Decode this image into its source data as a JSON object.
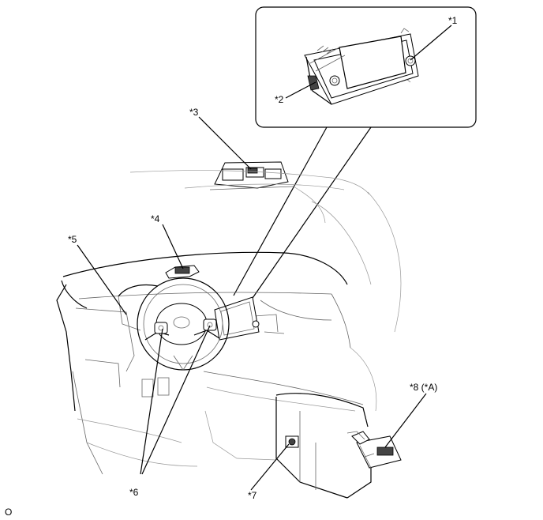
{
  "callouts": {
    "c1": "*1",
    "c2": "*2",
    "c3": "*3",
    "c4": "*4",
    "c5": "*5",
    "c6": "*6",
    "c7": "*7",
    "c8": "*8 (*A)"
  },
  "figure_code": "O"
}
